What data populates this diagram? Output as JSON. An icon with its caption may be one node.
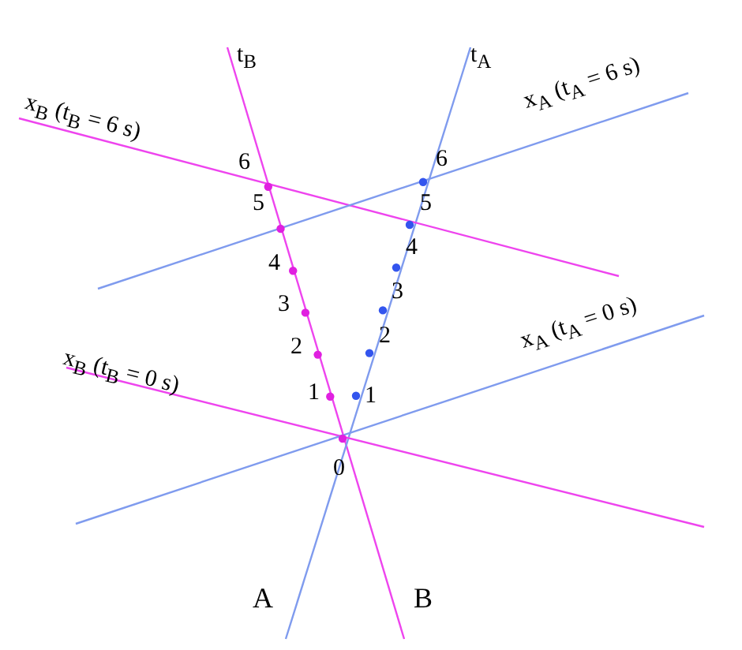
{
  "diagram": {
    "labels": [
      "t$_{B}$",
      "t$_{A}$",
      "x$_{B}$ (t$_{B}$ = 6 s)",
      "x$_{A}$ (t$_{A}$ = 6 s)",
      "6",
      "6",
      "5",
      "5",
      "4",
      "4",
      "3",
      "3",
      "2",
      "2",
      "1",
      "1",
      "x$_{B}$ (t$_{B}$ = 0 s)",
      "x$_{A}$ (t$_{A}$ = 0 s)",
      "0",
      "A",
      "B"
    ]
  }
}
